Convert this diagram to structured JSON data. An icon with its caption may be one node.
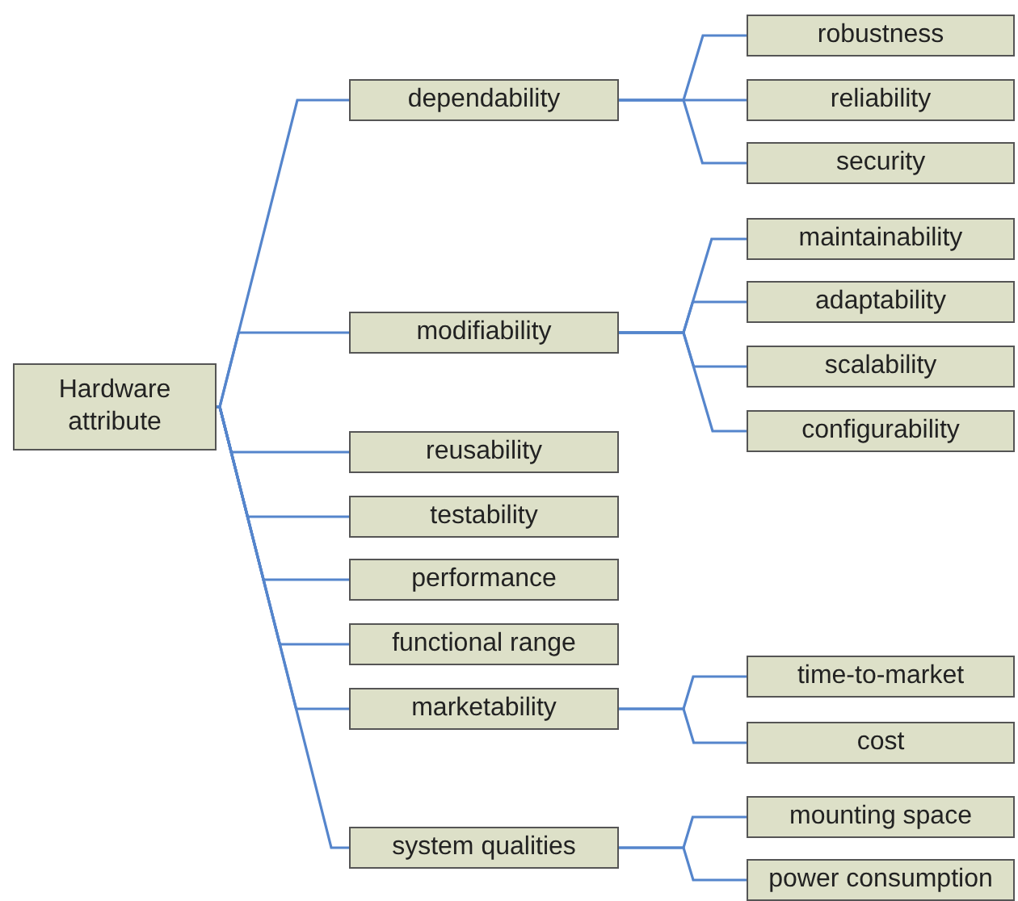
{
  "diagram": {
    "nodes": [
      {
        "text": [
          "Hardware attribute"
        ]
      },
      {
        "text": [
          "dependability"
        ]
      },
      {
        "text": [
          "robustness"
        ]
      },
      {
        "text": [
          "reliability"
        ]
      },
      {
        "text": [
          "security"
        ]
      },
      {
        "text": [
          "modifiability"
        ]
      },
      {
        "text": [
          "maintainability"
        ]
      },
      {
        "text": [
          "adaptability"
        ]
      },
      {
        "text": [
          "scalability"
        ]
      },
      {
        "text": [
          "configurability"
        ]
      },
      {
        "text": [
          "reusability"
        ]
      },
      {
        "text": [
          "testability"
        ]
      },
      {
        "text": [
          "performance"
        ]
      },
      {
        "text": [
          "functional range"
        ]
      },
      {
        "text": [
          "marketability"
        ]
      },
      {
        "text": [
          "time-to-market"
        ]
      },
      {
        "text": [
          "cost"
        ]
      },
      {
        "text": [
          "system qualities"
        ]
      },
      {
        "text": [
          "mounting space"
        ]
      },
      {
        "text": [
          "power consumption"
        ]
      }
    ],
    "edges": [
      {
        "from": 0,
        "to": 1,
        "arrow": "none"
      },
      {
        "from": 1,
        "to": 2,
        "arrow": "none"
      },
      {
        "from": 1,
        "to": 3,
        "arrow": "none"
      },
      {
        "from": 1,
        "to": 4,
        "arrow": "none"
      },
      {
        "from": 0,
        "to": 5,
        "arrow": "none"
      },
      {
        "from": 5,
        "to": 6,
        "arrow": "none"
      },
      {
        "from": 5,
        "to": 7,
        "arrow": "none"
      },
      {
        "from": 5,
        "to": 8,
        "arrow": "none"
      },
      {
        "from": 5,
        "to": 9,
        "arrow": "none"
      },
      {
        "from": 0,
        "to": 10,
        "arrow": "none"
      },
      {
        "from": 0,
        "to": 11,
        "arrow": "none"
      },
      {
        "from": 0,
        "to": 12,
        "arrow": "none"
      },
      {
        "from": 0,
        "to": 13,
        "arrow": "none"
      },
      {
        "from": 0,
        "to": 14,
        "arrow": "none"
      },
      {
        "from": 14,
        "to": 15,
        "arrow": "none"
      },
      {
        "from": 14,
        "to": 16,
        "arrow": "none"
      },
      {
        "from": 0,
        "to": 17,
        "arrow": "none"
      },
      {
        "from": 17,
        "to": 18,
        "arrow": "none"
      },
      {
        "from": 17,
        "to": 19,
        "arrow": "none"
      }
    ]
  }
}
